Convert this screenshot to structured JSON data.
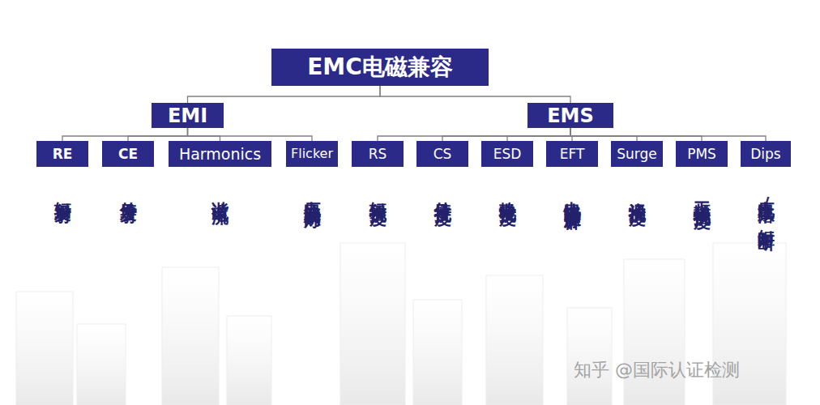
{
  "diagram": {
    "nodes": [
      {
        "text": [
          "EMC电磁兼容"
        ]
      },
      {
        "text": [
          "EMI"
        ]
      },
      {
        "text": [
          "EMS"
        ]
      },
      {
        "text": [
          "RE",
          "辐射发射"
        ]
      },
      {
        "text": [
          "CE",
          "传导发射"
        ]
      },
      {
        "text": [
          "Harmonics",
          "谐波电流"
        ]
      },
      {
        "text": [
          "Flicker",
          "电压波动及闪烁"
        ]
      },
      {
        "text": [
          "RS",
          "辐射抗扰度"
        ]
      },
      {
        "text": [
          "CS",
          "传导抗扰度"
        ]
      },
      {
        "text": [
          "ESD",
          "静电抗扰度"
        ]
      },
      {
        "text": [
          "EFT",
          "电快速瞬变脉冲群"
        ]
      },
      {
        "text": [
          "Surge",
          "浪涌抗扰度"
        ]
      },
      {
        "text": [
          "PMS",
          "工频磁场抗扰度"
        ]
      },
      {
        "text": [
          "Dips",
          "电压跌落/短时中断"
        ]
      }
    ],
    "edges": [
      {
        "from": 0,
        "to": 1,
        "arrow": "none"
      },
      {
        "from": 0,
        "to": 2,
        "arrow": "none"
      },
      {
        "from": 1,
        "to": 3,
        "arrow": "none"
      },
      {
        "from": 1,
        "to": 4,
        "arrow": "none"
      },
      {
        "from": 1,
        "to": 5,
        "arrow": "none"
      },
      {
        "from": 1,
        "to": 6,
        "arrow": "none"
      },
      {
        "from": 2,
        "to": 7,
        "arrow": "none"
      },
      {
        "from": 2,
        "to": 8,
        "arrow": "none"
      },
      {
        "from": 2,
        "to": 9,
        "arrow": "none"
      },
      {
        "from": 2,
        "to": 10,
        "arrow": "none"
      },
      {
        "from": 2,
        "to": 11,
        "arrow": "none"
      },
      {
        "from": 2,
        "to": 12,
        "arrow": "none"
      },
      {
        "from": 2,
        "to": 13,
        "arrow": "none"
      }
    ],
    "labels": [
      "知乎 @国际认证检测"
    ]
  }
}
